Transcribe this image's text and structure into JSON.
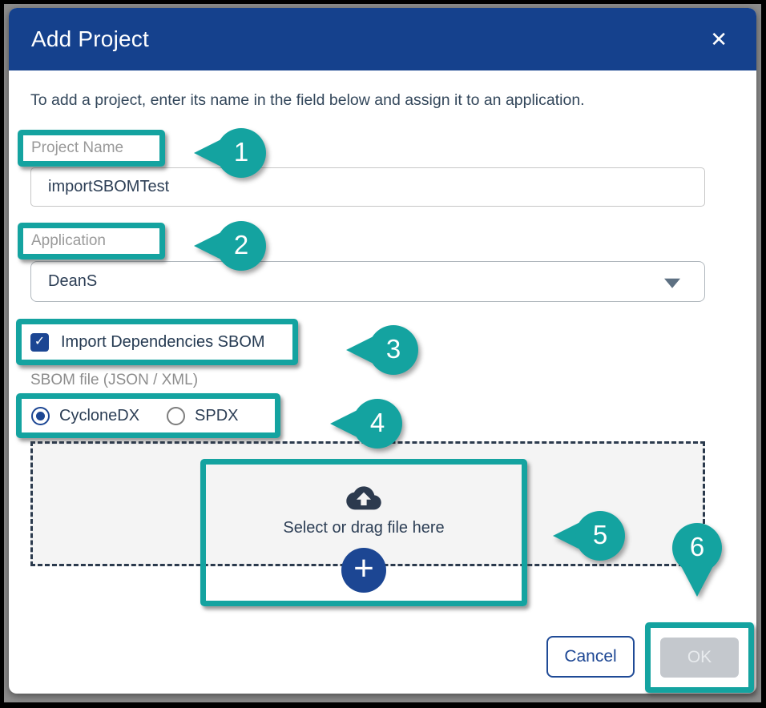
{
  "colors": {
    "accent_teal": "#14a3a0",
    "header_navy": "#15418d",
    "control_navy": "#1c4693",
    "text_dark": "#2c3e55",
    "label_gray": "#9a9a9a",
    "ok_disabled_bg": "#c4c8cd",
    "dropzone_bg": "#f4f4f4"
  },
  "dialog": {
    "title": "Add Project",
    "instruction": "To add a project, enter its name in the field below and assign it to an application.",
    "project_name": {
      "label": "Project Name",
      "value": "importSBOMTest"
    },
    "application": {
      "label": "Application",
      "value": "DeanS"
    },
    "import_sbom_checkbox": {
      "label": "Import Dependencies SBOM",
      "checked": true
    },
    "sbom_file_label": "SBOM file (JSON / XML)",
    "format_options": [
      {
        "label": "CycloneDX",
        "selected": true
      },
      {
        "label": "SPDX",
        "selected": false
      }
    ],
    "dropzone": {
      "text": "Select or drag file here"
    },
    "buttons": {
      "cancel": "Cancel",
      "ok": "OK",
      "ok_disabled": true
    }
  },
  "icons": {
    "close": "✕",
    "check": "✓",
    "plus": "+"
  },
  "annotations": [
    {
      "number": "1"
    },
    {
      "number": "2"
    },
    {
      "number": "3"
    },
    {
      "number": "4"
    },
    {
      "number": "5"
    },
    {
      "number": "6"
    }
  ]
}
